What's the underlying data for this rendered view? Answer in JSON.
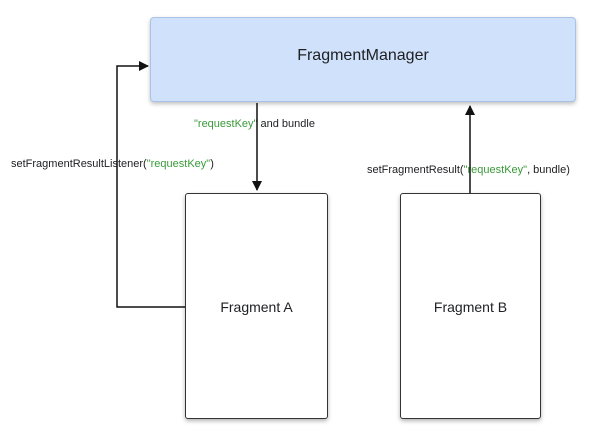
{
  "manager": {
    "title": "FragmentManager"
  },
  "fragment_a": {
    "title": "Fragment A"
  },
  "fragment_b": {
    "title": "Fragment B"
  },
  "labels": {
    "bundle_key": "\"requestKey\"",
    "bundle_rest": " and bundle",
    "listener_prefix": "setFragmentResultListener(",
    "listener_key": "\"requestKey\"",
    "listener_suffix": ")",
    "result_prefix": "setFragmentResult(",
    "result_key": "\"requestKey\"",
    "result_suffix": ", bundle)"
  },
  "colors": {
    "manager_fill": "#cfe1fb",
    "key_text": "#3a9a3a",
    "line": "#111111"
  }
}
